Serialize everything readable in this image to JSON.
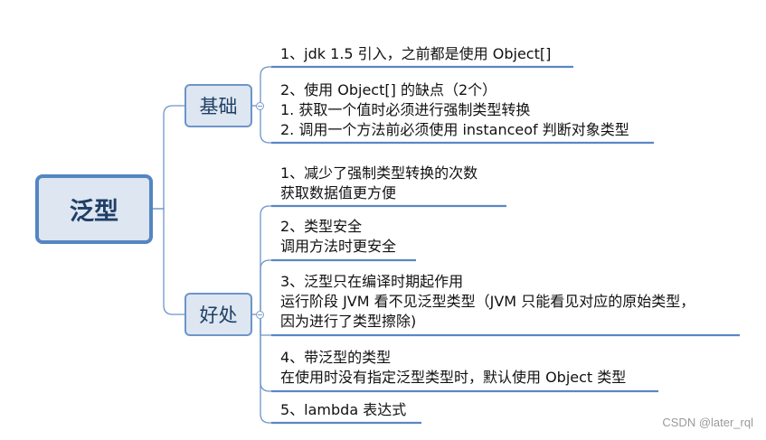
{
  "root": {
    "label": "泛型"
  },
  "branches": [
    {
      "label": "基础",
      "leaves": [
        {
          "lines": [
            "1、jdk 1.5 引入，之前都是使用 Object[]"
          ]
        },
        {
          "lines": [
            "2、使用 Object[] 的缺点（2个）",
            "1. 获取一个值时必须进行强制类型转换",
            "2. 调用一个方法前必须使用 instanceof 判断对象类型"
          ]
        }
      ]
    },
    {
      "label": "好处",
      "leaves": [
        {
          "lines": [
            "1、减少了强制类型转换的次数",
            "获取数据值更方便"
          ]
        },
        {
          "lines": [
            "2、类型安全",
            "调用方法时更安全"
          ]
        },
        {
          "lines": [
            "3、泛型只在编译时期起作用",
            "运行阶段 JVM 看不见泛型类型（JVM 只能看见对应的原始类型，",
            "因为进行了类型擦除)"
          ]
        },
        {
          "lines": [
            "4、带泛型的类型",
            "在使用时没有指定泛型类型时，默认使用 Object 类型"
          ]
        },
        {
          "lines": [
            "5、lambda 表达式"
          ]
        }
      ]
    }
  ],
  "watermark": "CSDN @later_rql",
  "colors": {
    "line": "#6d95c9",
    "underline": "#5b86c5",
    "node_fill": "#dde6f1",
    "node_text": "#1f3f66"
  }
}
